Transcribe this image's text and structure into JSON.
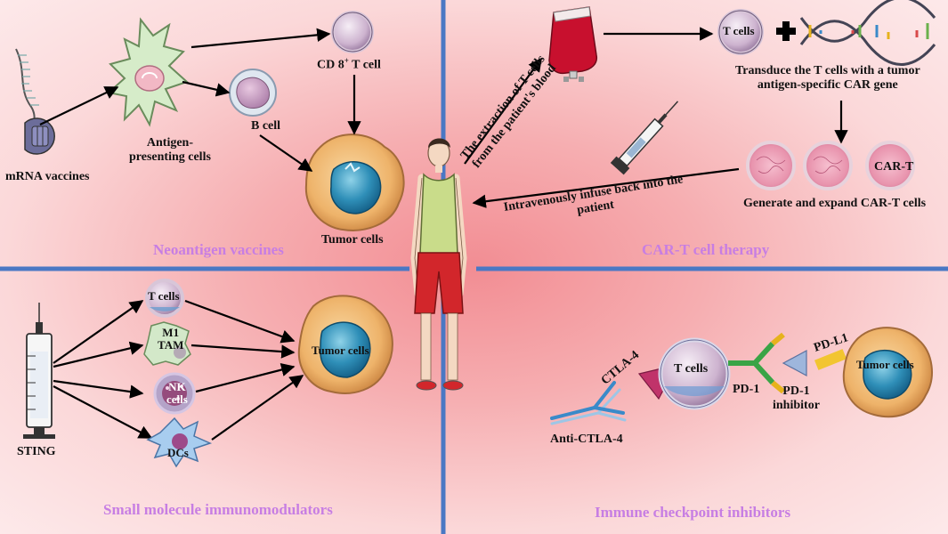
{
  "colors": {
    "divider": "#4a78c4",
    "title": "#c77ee3",
    "background_center": "#f28d93",
    "background_edge": "#fde9ea"
  },
  "quadrants": {
    "neoantigen": {
      "title": "Neoantigen vaccines",
      "mrna_label": "mRNA vaccines",
      "apc_label": "Antigen-\npresenting cells",
      "cd8_label_prefix": "CD 8",
      "cd8_label_sup": "+",
      "cd8_label_suffix": " T cell",
      "bcell_label": "B cell",
      "tumor_label": "Tumor cells"
    },
    "cart": {
      "title": "CAR-T cell therapy",
      "extraction_label": "The extraction of T cells\nfrom the patient's blood",
      "tcells_label": "T cells",
      "transduce_label": "Transduce the T cells with a tumor\nantigen-specific CAR gene",
      "cart_cell_label": "CAR-T",
      "expand_label": "Generate and expand CAR-T cells",
      "infuse_label": "Intravenously infuse back into the\npatient"
    },
    "small_molecule": {
      "title": "Small molecule immunomodulators",
      "sting_label": "STING",
      "tcells_label": "T cells",
      "tam_label": "M1\nTAM",
      "nk_label": "NK\ncells",
      "dcs_label": "DCs",
      "tumor_label": "Tumor cells"
    },
    "checkpoint": {
      "title": "Immune checkpoint inhibitors",
      "ctla4_label": "CTLA-4",
      "anti_ctla4_label": "Anti-CTLA-4",
      "tcells_label": "T cells",
      "pd1_label": "PD-1",
      "pd1_inhibitor_label": "PD-1\ninhibitor",
      "pdl1_label": "PD-L1",
      "tumor_label": "Tumor cells"
    }
  }
}
